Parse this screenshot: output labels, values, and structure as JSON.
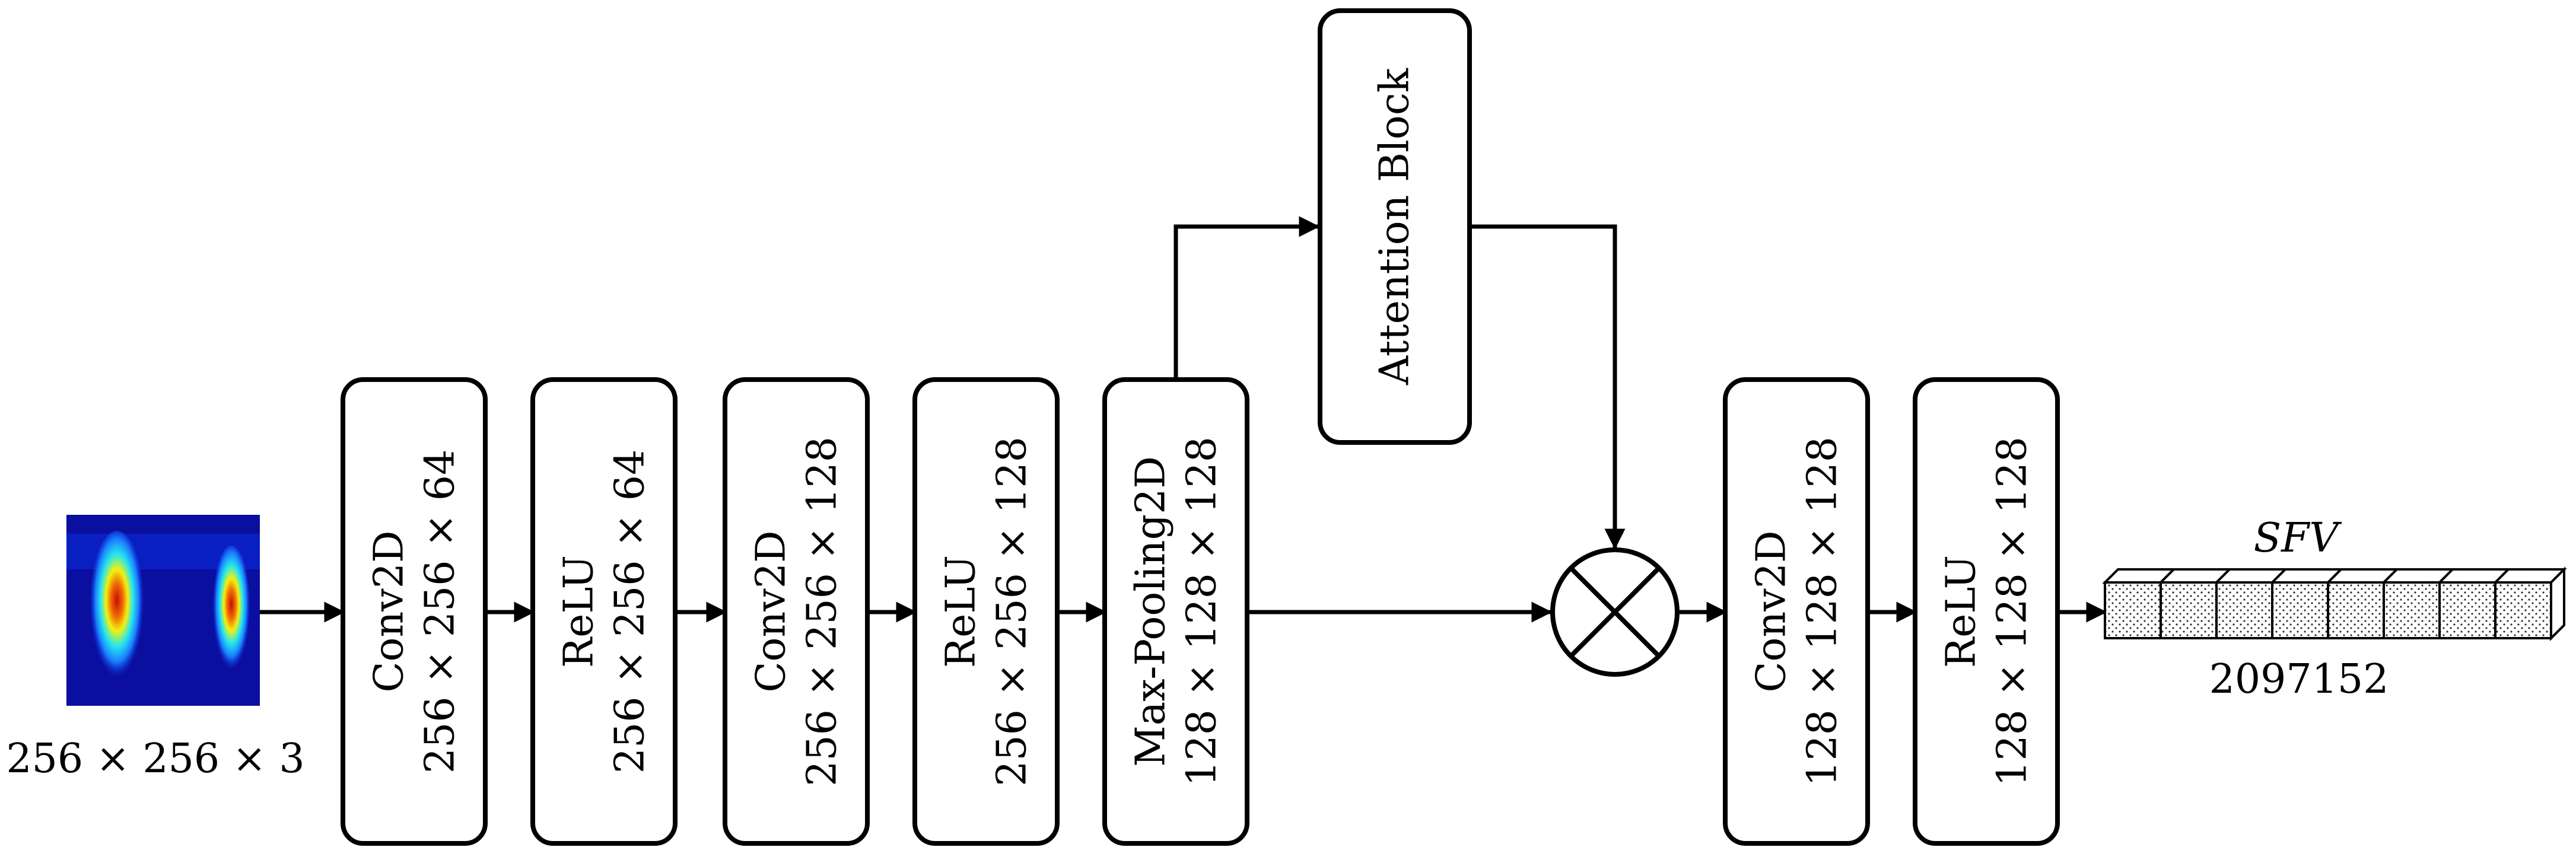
{
  "input": {
    "shape": "256 × 256 × 3",
    "colormap": [
      "#0a0fa0",
      "#0a2ad8",
      "#1a7cff",
      "#25e6ef",
      "#f2f10e",
      "#f06a06",
      "#c80d05"
    ]
  },
  "blocks": [
    {
      "id": "conv2d-1",
      "title": "Conv2D",
      "shape": "256 × 256 × 64"
    },
    {
      "id": "relu-1",
      "title": "ReLU",
      "shape": "256 × 256 × 64"
    },
    {
      "id": "conv2d-2",
      "title": "Conv2D",
      "shape": "256 × 256 × 128"
    },
    {
      "id": "relu-2",
      "title": "ReLU",
      "shape": "256 × 256 × 128"
    },
    {
      "id": "maxpool",
      "title": "Max-Pooling2D",
      "shape": "128 × 128 × 128"
    },
    {
      "id": "conv2d-3",
      "title": "Conv2D",
      "shape": "128 × 128 × 128"
    },
    {
      "id": "relu-3",
      "title": "ReLU",
      "shape": "128 × 128 × 128"
    }
  ],
  "attention": {
    "title": "Attention Block"
  },
  "multiply": {
    "symbol": "element-wise multiplication"
  },
  "output": {
    "title": "SFV",
    "size": "2097152",
    "cube_count": 8
  }
}
